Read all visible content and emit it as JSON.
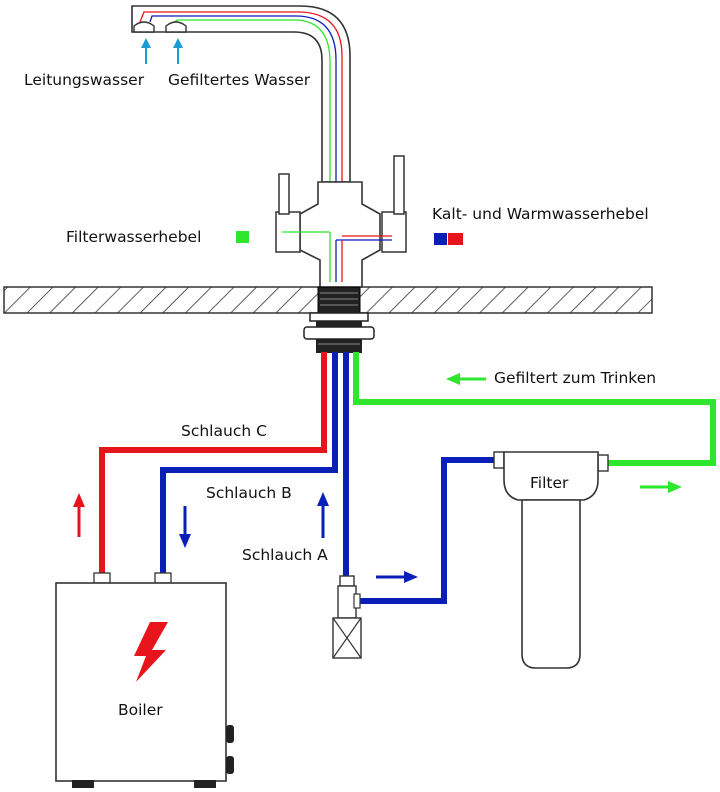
{
  "labels": {
    "tap_water": "Leitungswasser",
    "filtered_water": "Gefiltertes Wasser",
    "filter_lever": "Filterwasserhebel",
    "hot_cold_lever": "Kalt- und Warmwasserhebel",
    "filtered_drink": "Gefiltert zum Trinken",
    "hose_c": "Schlauch C",
    "hose_b": "Schlauch B",
    "hose_a": "Schlauch A",
    "filter": "Filter",
    "boiler": "Boiler"
  },
  "colors": {
    "hot": "#e8141b",
    "cold": "#0a1fb8",
    "filtered": "#2ee62e",
    "input_arrow": "#1a9ad6",
    "outline": "#333333"
  },
  "icons": [
    "lightning-icon",
    "flow-arrow-icon"
  ]
}
